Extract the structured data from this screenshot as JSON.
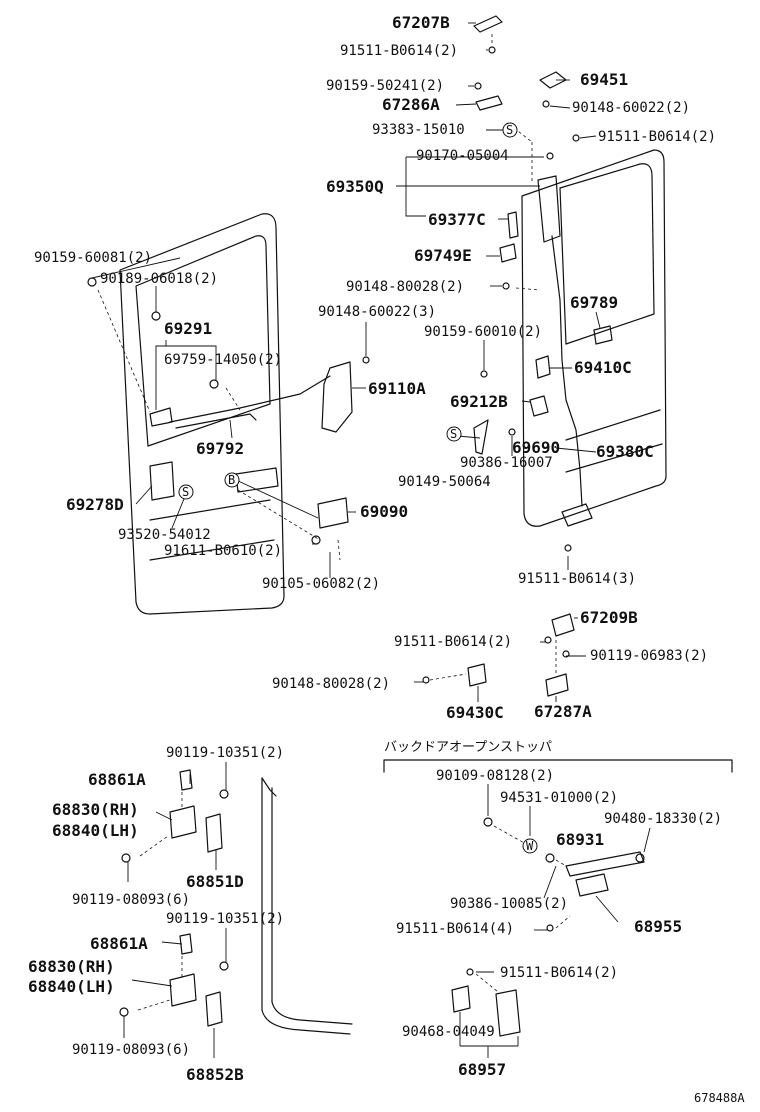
{
  "labels": {
    "p67207B": "67207B",
    "p91511_B0614_2_a": "91511-B0614(2)",
    "p90159_50241": "90159-50241(2)",
    "p69451": "69451",
    "p67286A": "67286A",
    "p90148_60022_2": "90148-60022(2)",
    "p93383_15010": "93383-15010",
    "p91511_B0614_2_b": "91511-B0614(2)",
    "p90170_05004": "90170-05004",
    "p69350Q": "69350Q",
    "p69377C": "69377C",
    "p69749E": "69749E",
    "p90159_60081": "90159-60081(2)",
    "p90189_06018": "90189-06018(2)",
    "p90148_80028_a": "90148-80028(2)",
    "p69789": "69789",
    "p90148_60022_3": "90148-60022(3)",
    "p69291": "69291",
    "p90159_60010": "90159-60010(2)",
    "p69759_14050": "69759-14050(2)",
    "p69410C": "69410C",
    "p69110A": "69110A",
    "p69212B": "69212B",
    "p69792": "69792",
    "p69690": "69690",
    "p69380C": "69380C",
    "p90386_16007": "90386-16007",
    "p90149_50064": "90149-50064",
    "p69278D": "69278D",
    "p69090": "69090",
    "p93520_54012": "93520-54012",
    "p91611_B0610": "91611-B0610(2)",
    "p90105_06082": "90105-06082(2)",
    "p91511_B0614_3": "91511-B0614(3)",
    "p67209B": "67209B",
    "p91511_B0614_2_c": "91511-B0614(2)",
    "p90119_06983": "90119-06983(2)",
    "p90148_80028_b": "90148-80028(2)",
    "p69430C": "69430C",
    "p67287A": "67287A",
    "section_title": "バックドアオープンストッパ",
    "p90119_10351_a": "90119-10351(2)",
    "p68861A_a": "68861A",
    "p68830RH_a": "68830(RH)",
    "p68840LH_a": "68840(LH)",
    "p68851D": "68851D",
    "p90119_08093_a": "90119-08093(6)",
    "p90109_08128": "90109-08128(2)",
    "p94531_01000": "94531-01000(2)",
    "p90480_18330": "90480-18330(2)",
    "p68931": "68931",
    "p90386_10085": "90386-10085(2)",
    "p91511_B0614_4": "91511-B0614(4)",
    "p68955": "68955",
    "p90119_10351_b": "90119-10351(2)",
    "p68861A_b": "68861A",
    "p68830RH_b": "68830(RH)",
    "p68840LH_b": "68840(LH)",
    "p91511_B0614_2_d": "91511-B0614(2)",
    "p90119_08093_b": "90119-08093(6)",
    "p90468_04049": "90468-04049",
    "p68852B": "68852B",
    "p68957": "68957",
    "diagram_code": "678488A"
  },
  "markers": {
    "s": "S",
    "b": "B",
    "w": "W"
  }
}
